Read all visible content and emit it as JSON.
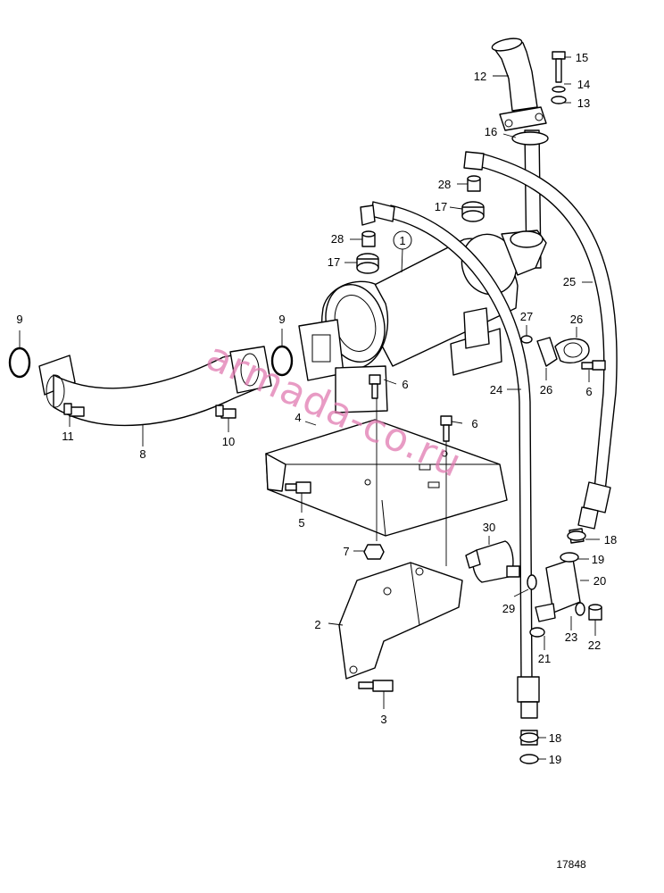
{
  "callouts": [
    {
      "id": "c1",
      "text": "1"
    },
    {
      "id": "c2",
      "text": "2"
    },
    {
      "id": "c3",
      "text": "3"
    },
    {
      "id": "c4",
      "text": "4"
    },
    {
      "id": "c5",
      "text": "5"
    },
    {
      "id": "c6a",
      "text": "6"
    },
    {
      "id": "c6b",
      "text": "6"
    },
    {
      "id": "c6c",
      "text": "6"
    },
    {
      "id": "c7",
      "text": "7"
    },
    {
      "id": "c8",
      "text": "8"
    },
    {
      "id": "c9a",
      "text": "9"
    },
    {
      "id": "c9b",
      "text": "9"
    },
    {
      "id": "c10",
      "text": "10"
    },
    {
      "id": "c11",
      "text": "11"
    },
    {
      "id": "c12",
      "text": "12"
    },
    {
      "id": "c13",
      "text": "13"
    },
    {
      "id": "c14",
      "text": "14"
    },
    {
      "id": "c15",
      "text": "15"
    },
    {
      "id": "c16",
      "text": "16"
    },
    {
      "id": "c17a",
      "text": "17"
    },
    {
      "id": "c17b",
      "text": "17"
    },
    {
      "id": "c18a",
      "text": "18"
    },
    {
      "id": "c18b",
      "text": "18"
    },
    {
      "id": "c19a",
      "text": "19"
    },
    {
      "id": "c19b",
      "text": "19"
    },
    {
      "id": "c20",
      "text": "20"
    },
    {
      "id": "c21",
      "text": "21"
    },
    {
      "id": "c22",
      "text": "22"
    },
    {
      "id": "c23",
      "text": "23"
    },
    {
      "id": "c24",
      "text": "24"
    },
    {
      "id": "c25",
      "text": "25"
    },
    {
      "id": "c26a",
      "text": "26"
    },
    {
      "id": "c26b",
      "text": "26"
    },
    {
      "id": "c27",
      "text": "27"
    },
    {
      "id": "c28a",
      "text": "28"
    },
    {
      "id": "c28b",
      "text": "28"
    },
    {
      "id": "c29",
      "text": "29"
    },
    {
      "id": "c30",
      "text": "30"
    }
  ],
  "figure_number": "17848",
  "watermark": "armada-co.ru",
  "colors": {
    "line": "#000000",
    "watermark": "#e07ab0",
    "background": "#ffffff"
  }
}
